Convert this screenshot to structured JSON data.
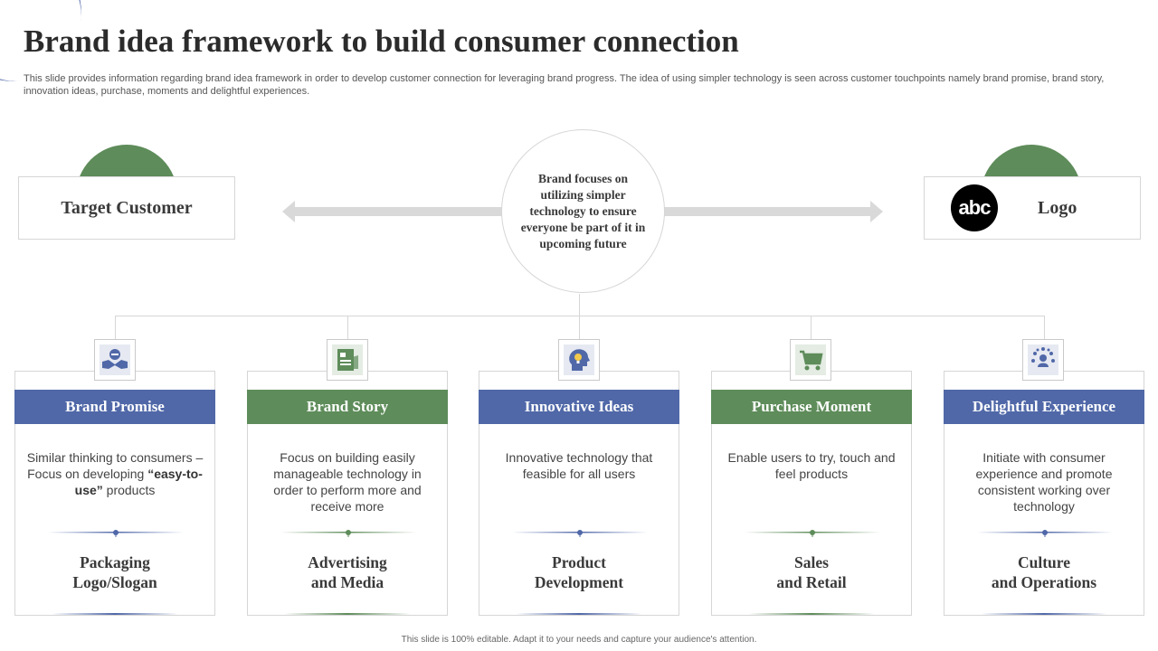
{
  "title": "Brand idea framework to build consumer connection",
  "subtitle": "This slide provides information regarding brand idea framework in order to develop customer connection for leveraging brand progress. The idea of using simpler technology is seen across customer touchpoints namely brand promise, brand story, innovation ideas, purchase, moments and delightful experiences.",
  "left_box": {
    "label": "Target Customer"
  },
  "right_box": {
    "label": "Logo",
    "logo_text": "abc"
  },
  "center": {
    "text": "Brand focuses on utilizing simpler technology to ensure everyone be part of it in upcoming future"
  },
  "colors": {
    "blue": "#5068a8",
    "green": "#5e8c5a",
    "arrow": "#d9d9d9"
  },
  "cards": [
    {
      "title": "Brand Promise",
      "color": "blue",
      "icon": "handshake-icon",
      "desc_before": "Similar thinking to consumers – Focus on developing ",
      "desc_bold": "“easy-to-use”",
      "desc_after": " products",
      "bottom_line1": "Packaging",
      "bottom_line2": "Logo/Slogan"
    },
    {
      "title": "Brand Story",
      "color": "green",
      "icon": "document-chart-icon",
      "desc_before": "Focus on building easily manageable technology in order to perform more and receive more",
      "desc_bold": "",
      "desc_after": "",
      "bottom_line1": "Advertising",
      "bottom_line2": "and Media"
    },
    {
      "title": "Innovative Ideas",
      "color": "blue",
      "icon": "head-lightbulb-icon",
      "desc_before": "Innovative technology that feasible for all users",
      "desc_bold": "",
      "desc_after": "",
      "bottom_line1": "Product",
      "bottom_line2": "Development"
    },
    {
      "title": "Purchase Moment",
      "color": "green",
      "icon": "shopping-cart-icon",
      "desc_before": "Enable users to try, touch and feel products",
      "desc_bold": "",
      "desc_after": "",
      "bottom_line1": "Sales",
      "bottom_line2": "and Retail"
    },
    {
      "title": "Delightful Experience",
      "color": "blue",
      "icon": "people-network-icon",
      "desc_before": "Initiate with consumer experience and promote consistent working over technology",
      "desc_bold": "",
      "desc_after": "",
      "bottom_line1": "Culture",
      "bottom_line2": "and Operations"
    }
  ],
  "footer": "This slide is 100% editable. Adapt it to your needs and capture your audience's attention."
}
